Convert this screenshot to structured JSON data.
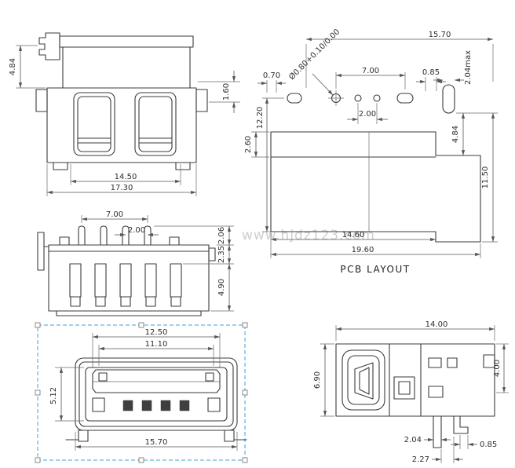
{
  "watermark": "www.hjdz123.com",
  "pcb": {
    "title": "PCB LAYOUT",
    "dim_overall_width": "15.70",
    "dim_hole_span": "7.00",
    "dim_offset_left": "0.70",
    "dim_offset_right": "0.85",
    "dim_slot_width": "2.04max",
    "dim_left_height": "12.20",
    "dim_hole_pitch": "2.00",
    "dim_hole_dia": "Ø0.80+0.10/0.00",
    "dim_top_edge": "2.60",
    "dim_right_upper": "4.84",
    "dim_right_height": "11.50",
    "dim_body_width": "14.60",
    "dim_total_width": "19.60"
  },
  "top_view": {
    "dim_back_height": "4.84",
    "dim_lip_height": "1.60",
    "dim_inner_width": "14.50",
    "dim_outer_width": "17.30"
  },
  "bottom_view": {
    "dim_pin_span": "7.00",
    "dim_pin_pitch": "2.00",
    "dim_pin_height": "2.06",
    "dim_shoulder_height": "2.35",
    "dim_body_depth": "4.90"
  },
  "front_view": {
    "dim_tongue_width": "12.50",
    "dim_opening_width": "11.10",
    "dim_opening_height": "5.12",
    "dim_overall_width": "15.70"
  },
  "side_view": {
    "dim_overall_length": "14.00",
    "dim_overall_height": "6.90",
    "dim_upper_height": "4.00",
    "dim_leg_width": "2.04",
    "dim_foot_height": "0.85",
    "dim_leg_pitch": "2.27"
  }
}
